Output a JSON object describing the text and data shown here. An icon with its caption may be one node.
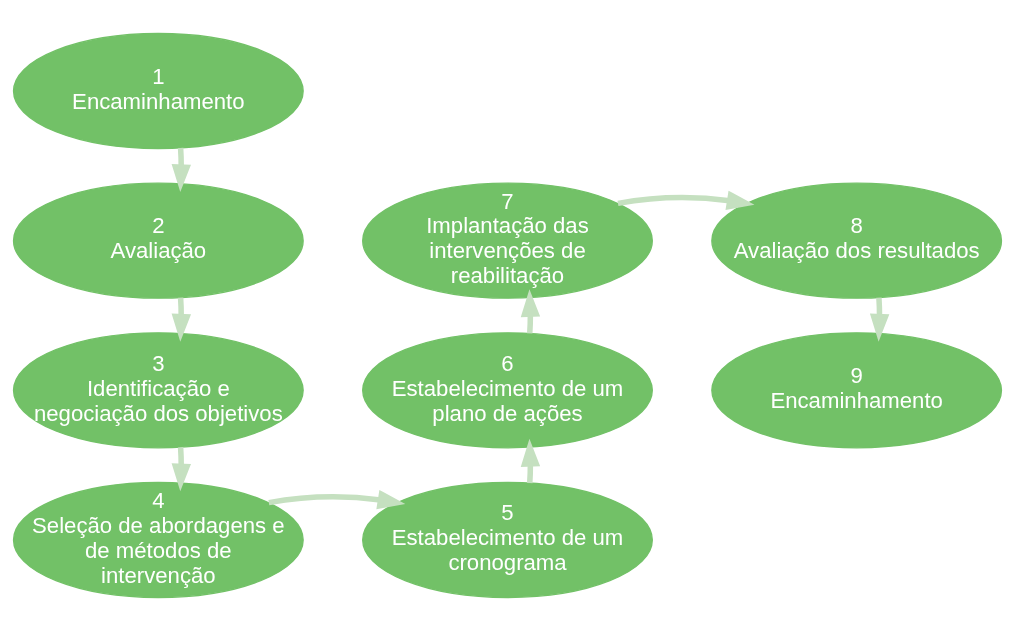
{
  "diagram": {
    "nodes": [
      {
        "text": [
          "1",
          "Encaminhamento"
        ]
      },
      {
        "text": [
          "2",
          "Avaliação"
        ]
      },
      {
        "text": [
          "3",
          "Identificação e negociação dos objetivos"
        ]
      },
      {
        "text": [
          "4",
          "Seleção de abordagens e de métodos de intervenção"
        ]
      },
      {
        "text": [
          "5",
          "Estabelecimento de um cronograma"
        ]
      },
      {
        "text": [
          "6",
          "Estabelecimento de um plano de ações"
        ]
      },
      {
        "text": [
          "7",
          "Implantação das intervenções de reabilitação"
        ]
      },
      {
        "text": [
          "8",
          "Avaliação dos resultados"
        ]
      },
      {
        "text": [
          "9",
          "Encaminhamento"
        ]
      }
    ],
    "edges": [
      {
        "from": 0,
        "to": 1,
        "arrow": "to"
      },
      {
        "from": 1,
        "to": 2,
        "arrow": "to"
      },
      {
        "from": 2,
        "to": 3,
        "arrow": "to"
      },
      {
        "from": 3,
        "to": 4,
        "arrow": "to"
      },
      {
        "from": 4,
        "to": 5,
        "arrow": "to"
      },
      {
        "from": 5,
        "to": 6,
        "arrow": "to"
      },
      {
        "from": 6,
        "to": 7,
        "arrow": "to"
      },
      {
        "from": 7,
        "to": 8,
        "arrow": "to"
      }
    ]
  }
}
